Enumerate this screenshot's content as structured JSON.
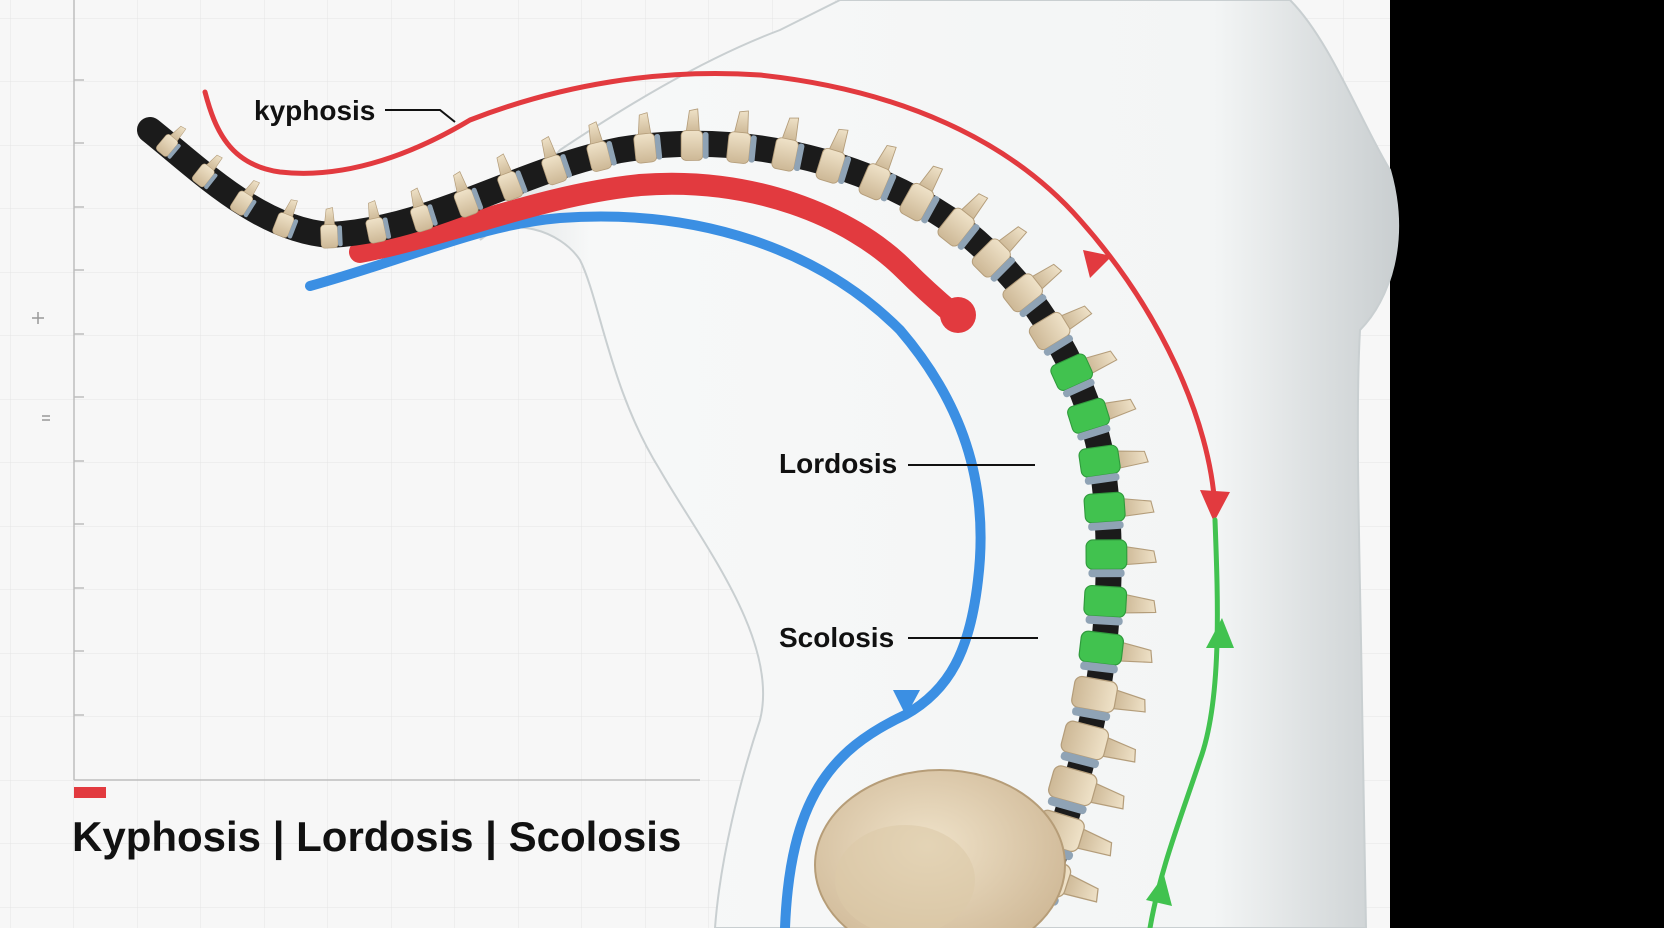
{
  "labels": {
    "kyphosis": "kyphosis",
    "lordosis": "Lordosis",
    "scolosis": "Scolosis"
  },
  "title": {
    "main": "Kyphosis | Lordosis | Scolosis"
  },
  "colors": {
    "kyphosis": "#e23a3f",
    "lordosis": "#3b8fe3",
    "scolosis": "#41c24f",
    "bone": "#e8d7bb",
    "disc": "#8fa3b5",
    "body": "#f4f6f6",
    "background": "#000000",
    "grid": "#e2e2e2"
  }
}
